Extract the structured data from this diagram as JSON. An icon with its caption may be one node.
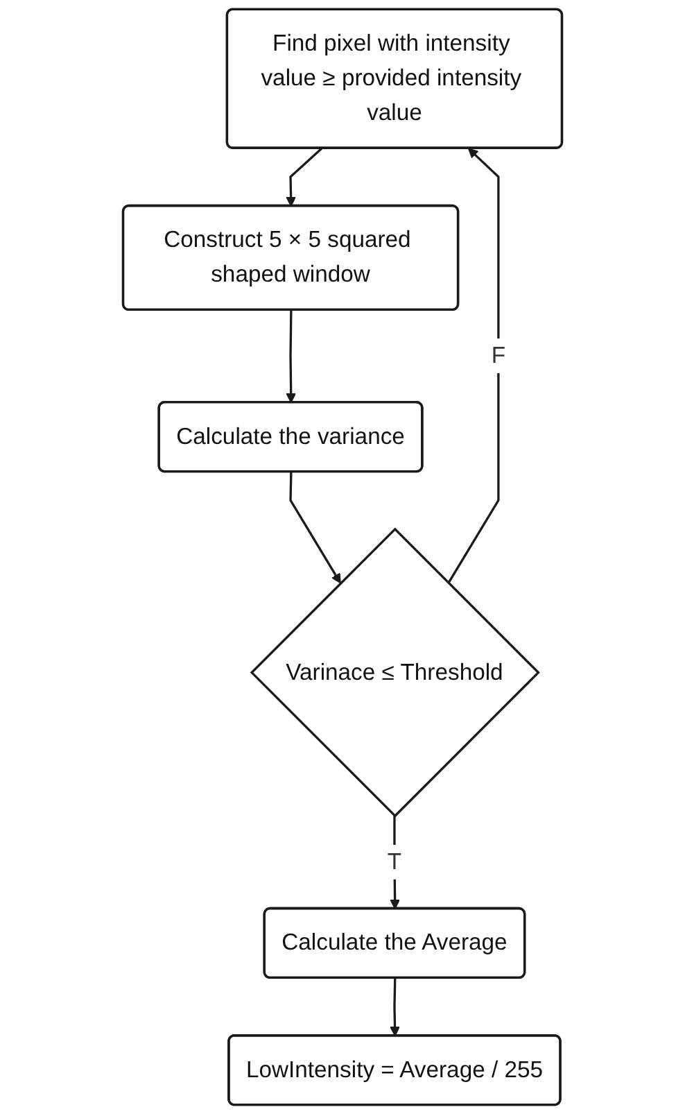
{
  "diagram": {
    "nodes": [
      {
        "text": [
          "Find pixel with intensity value ≥ provided intensity value"
        ]
      },
      {
        "text": [
          "Construct 5 × 5 squared shaped window"
        ]
      },
      {
        "text": [
          "Calculate the variance"
        ]
      },
      {
        "text": [
          "Varinace ≤ Threshold"
        ]
      },
      {
        "text": [
          "Calculate the Average"
        ]
      },
      {
        "text": [
          "LowIntensity = Average / 255"
        ]
      }
    ],
    "edges": [
      {
        "from": 0,
        "to": 1,
        "arrow": "to"
      },
      {
        "from": 1,
        "to": 2,
        "arrow": "to"
      },
      {
        "from": 2,
        "to": 3,
        "arrow": "to"
      },
      {
        "from": 3,
        "to": 4,
        "arrow": "to",
        "label": "T"
      },
      {
        "from": 3,
        "to": 0,
        "arrow": "to",
        "label": "F"
      },
      {
        "from": 4,
        "to": 5,
        "arrow": "to"
      }
    ]
  }
}
